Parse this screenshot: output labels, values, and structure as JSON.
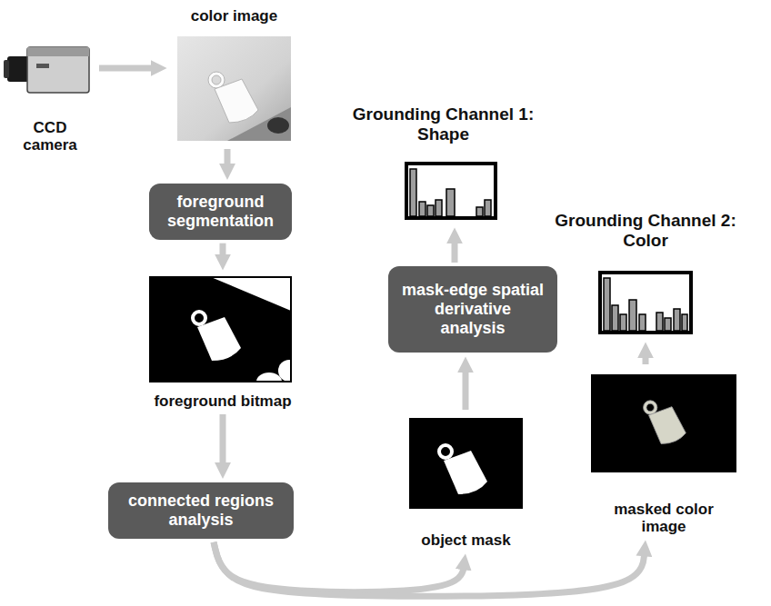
{
  "diagram": {
    "nodes": [
      {
        "text": [
          "CCD camera"
        ]
      },
      {
        "text": [
          "color image"
        ]
      },
      {
        "text": [
          "foreground segmentation"
        ]
      },
      {
        "text": [
          "foreground bitmap"
        ]
      },
      {
        "text": [
          "connected regions analysis"
        ]
      },
      {
        "text": [
          "Grounding Channel 1: Shape"
        ]
      },
      {
        "text": [
          "mask-edge spatial derivative analysis"
        ]
      },
      {
        "text": [
          "object mask"
        ]
      },
      {
        "text": [
          "Grounding Channel 2: Color"
        ]
      },
      {
        "text": [
          "masked color image"
        ]
      }
    ],
    "edges": [
      {
        "from": 0,
        "to": 1,
        "arrow": "to"
      },
      {
        "from": 1,
        "to": 2,
        "arrow": "to"
      },
      {
        "from": 2,
        "to": 3,
        "arrow": "to"
      },
      {
        "from": 3,
        "to": 4,
        "arrow": "to"
      },
      {
        "from": 4,
        "to": 7,
        "arrow": "to"
      },
      {
        "from": 4,
        "to": 9,
        "arrow": "to"
      },
      {
        "from": 7,
        "to": 6,
        "arrow": "to"
      },
      {
        "from": 6,
        "to": 5,
        "arrow": "to"
      },
      {
        "from": 9,
        "to": 8,
        "arrow": "to"
      }
    ]
  }
}
